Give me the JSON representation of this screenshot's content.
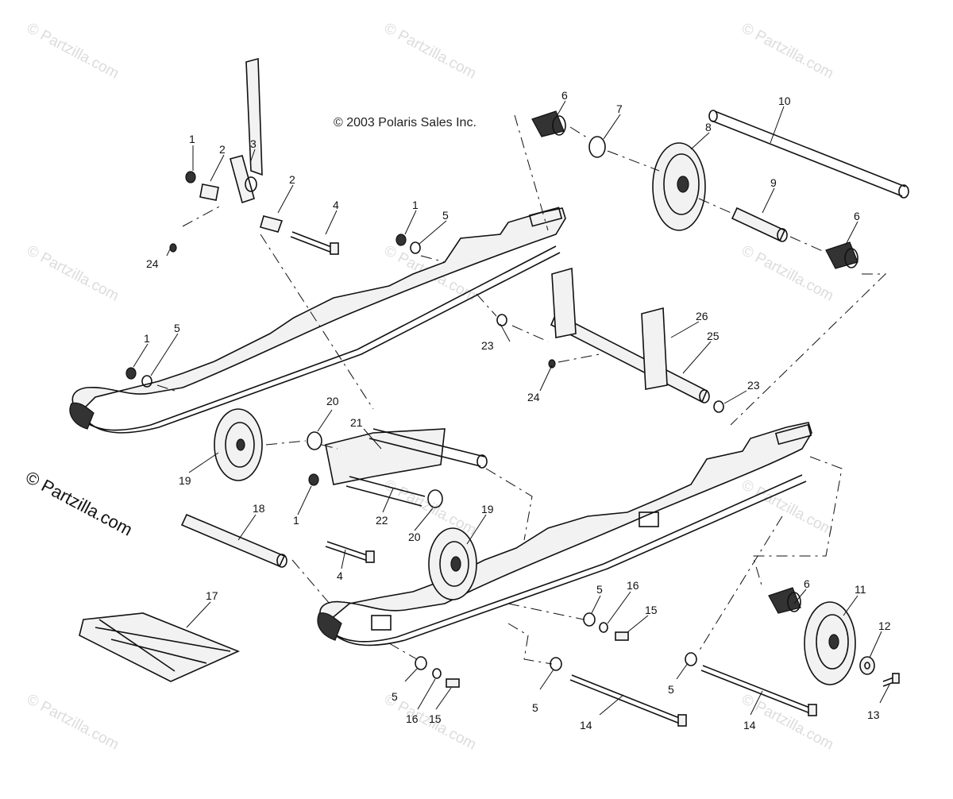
{
  "copyright": "© 2003 Polaris Sales Inc.",
  "brand_watermark": "© Partzilla.com",
  "faint_watermark": "© Partzilla.com",
  "callouts": [
    "1",
    "2",
    "3",
    "2",
    "4",
    "1",
    "5",
    "6",
    "7",
    "8",
    "10",
    "9",
    "6",
    "24",
    "1",
    "5",
    "23",
    "26",
    "25",
    "24",
    "23",
    "20",
    "21",
    "19",
    "1",
    "22",
    "20",
    "19",
    "18",
    "4",
    "17",
    "5",
    "16",
    "15",
    "6",
    "11",
    "12",
    "13",
    "5",
    "16",
    "15",
    "5",
    "14",
    "5",
    "14"
  ]
}
